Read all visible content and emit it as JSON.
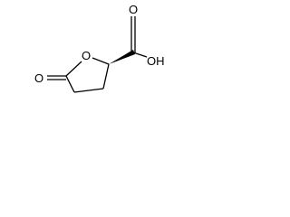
{
  "molecule": {
    "atoms": {
      "ring_oxygen": "O",
      "carbonyl_oxygen_ring": "O",
      "carbonyl_oxygen_acid": "O",
      "hydroxyl": "OH"
    },
    "stereo": "wedge"
  },
  "colors": {
    "background": "#ffffff",
    "ink": "#000000"
  }
}
